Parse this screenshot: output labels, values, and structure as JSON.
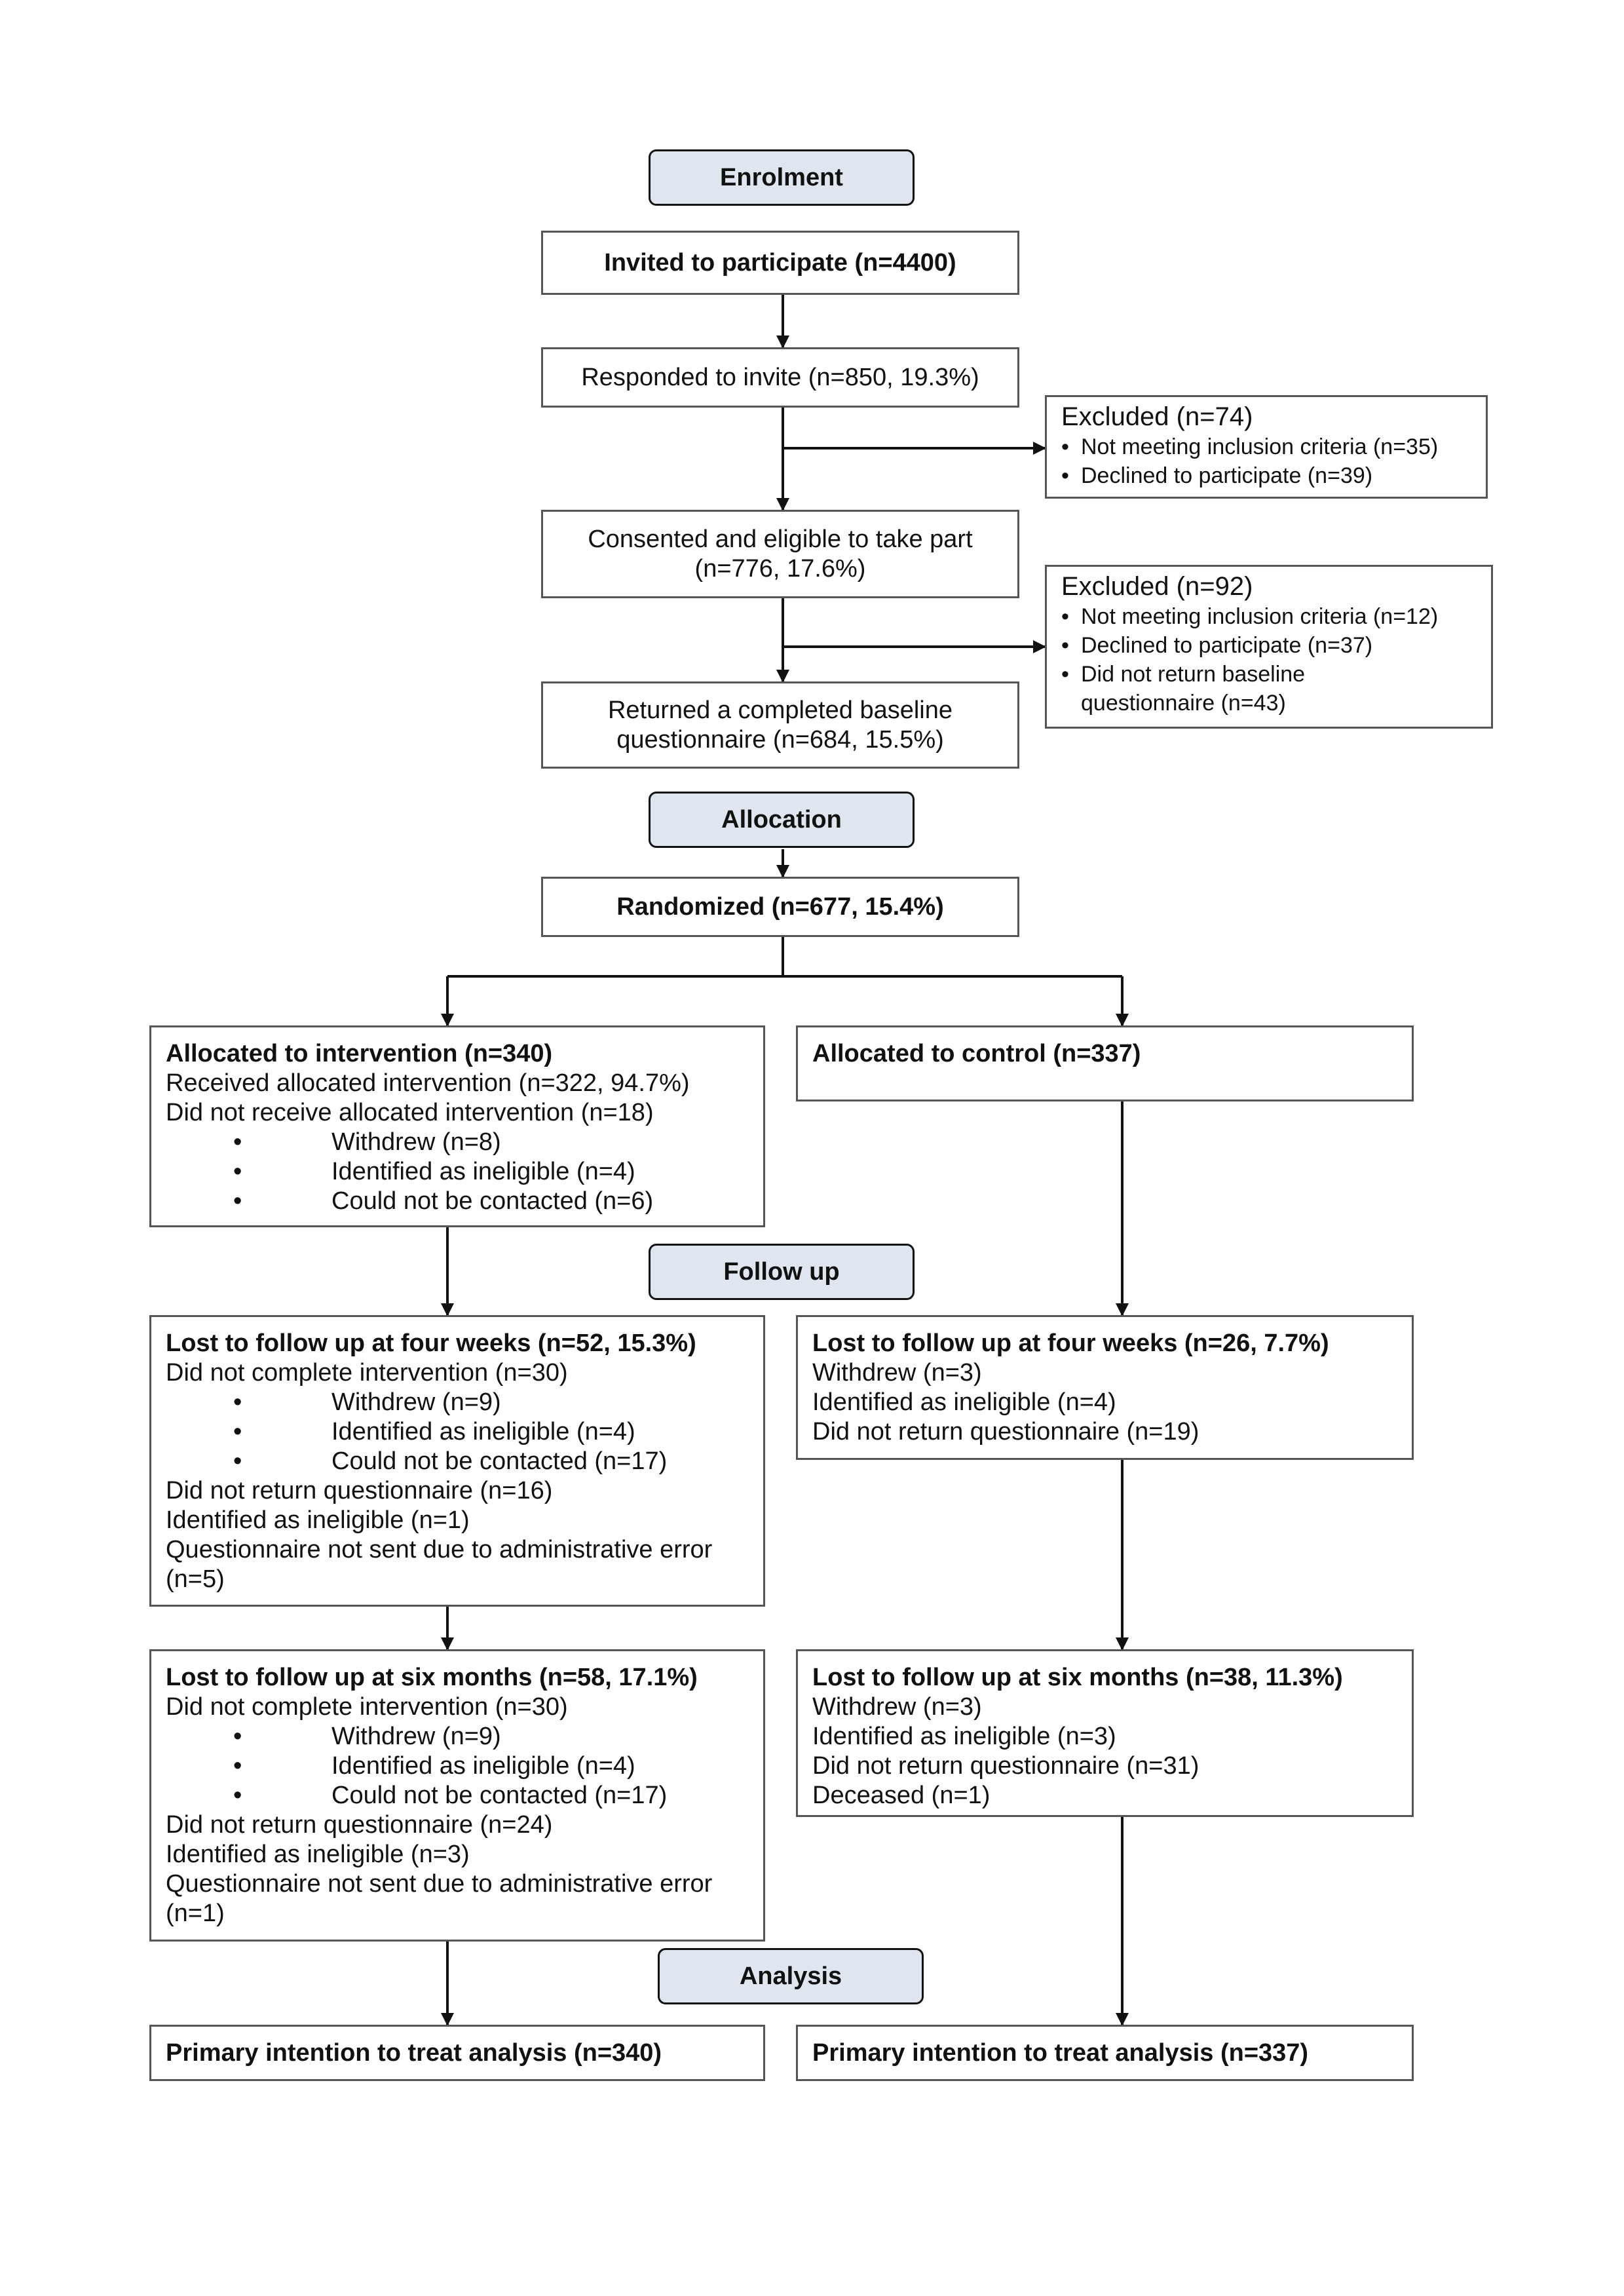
{
  "stages": {
    "enrolment": "Enrolment",
    "allocation": "Allocation",
    "follow_up": "Follow up",
    "analysis": "Analysis"
  },
  "invited": "Invited to participate (n=4400)",
  "responded": "Responded to invite (n=850, 19.3%)",
  "excluded_1": {
    "title": "Excluded (n=74)",
    "items": [
      "Not meeting inclusion criteria (n=35)",
      "Declined to participate (n=39)"
    ]
  },
  "consented": {
    "line1": "Consented and eligible to take part",
    "line2": "(n=776, 17.6%)"
  },
  "excluded_2": {
    "title": "Excluded (n=92)",
    "items": [
      "Not meeting inclusion criteria (n=12)",
      "Declined to participate (n=37)",
      "Did not return baseline",
      "questionnaire (n=43)"
    ]
  },
  "baseline": {
    "line1": "Returned a completed baseline",
    "line2": "questionnaire (n=684, 15.5%)"
  },
  "randomized": "Randomized (n=677, 15.4%)",
  "intervention_alloc": {
    "title": "Allocated to intervention (n=340)",
    "received": "Received allocated intervention (n=322, 94.7%)",
    "not_received": "Did not receive allocated intervention (n=18)",
    "items": [
      "Withdrew (n=8)",
      "Identified as ineligible (n=4)",
      "Could not be contacted (n=6)"
    ]
  },
  "control_alloc": {
    "title": "Allocated to control (n=337)"
  },
  "intervention_4wk": {
    "title": "Lost to follow up at four weeks (n=52, 15.3%)",
    "not_complete": "Did not complete intervention (n=30)",
    "items": [
      "Withdrew (n=9)",
      "Identified as ineligible (n=4)",
      "Could not be contacted (n=17)"
    ],
    "lines": [
      "Did not return questionnaire (n=16)",
      "Identified as ineligible (n=1)",
      "Questionnaire not sent due to administrative error",
      "(n=5)"
    ]
  },
  "control_4wk": {
    "title": "Lost to follow up at four weeks (n=26, 7.7%)",
    "lines": [
      "Withdrew (n=3)",
      "Identified as ineligible (n=4)",
      "Did not return questionnaire (n=19)"
    ]
  },
  "intervention_6mo": {
    "title": "Lost to follow up at six months (n=58, 17.1%)",
    "not_complete": "Did not complete intervention (n=30)",
    "items": [
      "Withdrew (n=9)",
      "Identified as ineligible (n=4)",
      "Could not be contacted (n=17)"
    ],
    "lines": [
      "Did not return questionnaire (n=24)",
      "Identified as ineligible (n=3)",
      "Questionnaire not sent due to administrative error",
      "(n=1)"
    ]
  },
  "control_6mo": {
    "title": "Lost to follow up at six months (n=38, 11.3%)",
    "lines": [
      "Withdrew (n=3)",
      "Identified as ineligible (n=3)",
      "Did not return questionnaire (n=31)",
      "Deceased (n=1)"
    ]
  },
  "itt_intervention": "Primary intention to treat analysis (n=340)",
  "itt_control": "Primary intention to treat analysis (n=337)"
}
